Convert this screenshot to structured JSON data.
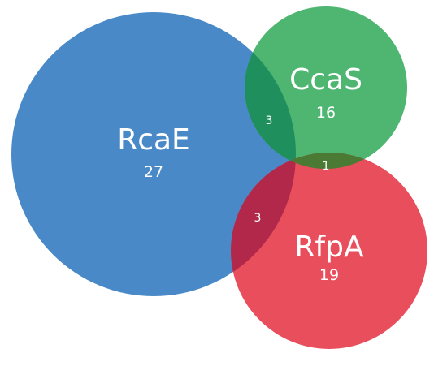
{
  "colors": {
    "background": "#ffffff",
    "rcae": "#4a89c8",
    "ccas": "#4fb672",
    "rfpa": "#e84e5c",
    "rcae_ccas_overlap": "#1f8f5e",
    "rcae_rfpa_overlap": "#b2284a",
    "ccas_rfpa_overlap": "#4b7a35"
  },
  "sets": [
    {
      "name": "RcaE",
      "count": "27"
    },
    {
      "name": "CcaS",
      "count": "16"
    },
    {
      "name": "RfpA",
      "count": "19"
    }
  ],
  "overlaps": {
    "rcae_ccas": "3",
    "rcae_rfpa": "3",
    "ccas_rfpa": "1"
  }
}
